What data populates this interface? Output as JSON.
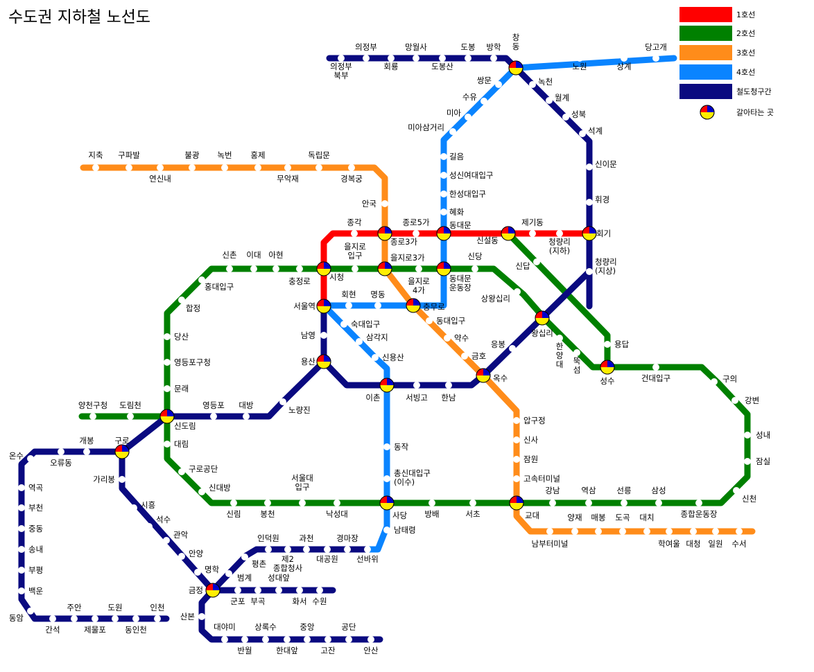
{
  "title": "수도권 지하철 노선도",
  "colors": {
    "line1": "#ff0000",
    "line2": "#008000",
    "line3": "#ff8c1a",
    "line4": "#0a84ff",
    "rail": "#0a0a80",
    "transfer_red": "#ff0000",
    "transfer_blue": "#0000cc",
    "transfer_yellow": "#ffee00"
  },
  "legend": [
    {
      "key": "line1",
      "label": "1호선"
    },
    {
      "key": "line2",
      "label": "2호선"
    },
    {
      "key": "line3",
      "label": "3호선"
    },
    {
      "key": "line4",
      "label": "4호선"
    },
    {
      "key": "rail",
      "label": "철도청구간"
    },
    {
      "key": "transfer",
      "label": "갈아타는 곳",
      "icon": "transfer-icon"
    }
  ],
  "stations": {
    "uijeongbu_bukbu": "의정부\n북부",
    "uijeongbu": "의정부",
    "hoeryong": "회룡",
    "mangwolsa": "망월사",
    "dobongsan": "도봉산",
    "dobong": "도봉",
    "banghak": "방학",
    "changdong": "창\n동",
    "nowon": "노원",
    "sanggye": "상계",
    "danggogae": "당고개",
    "nokcheon": "녹천",
    "wolgye": "월계",
    "seongbuk": "성북",
    "seokgye": "석계",
    "sinimun": "신이문",
    "hwigyeong": "휘경",
    "hoegi": "회기",
    "cheongnyangni_ji": "청량리\n(지하)",
    "jegidong": "제기동",
    "sinseoldong": "신설동",
    "cheongnyangni_jisang": "청량리\n(지상)",
    "ssangmun": "쌍문",
    "suyu": "수유",
    "mia": "미아",
    "miasageori": "미아삼거리",
    "gireum": "길음",
    "sungshin": "성신여대입구",
    "hansung": "한성대입구",
    "hyehwa": "혜화",
    "dongdaemun": "동대문",
    "jongno5": "종로5가",
    "jongno3": "종로3가",
    "jonggak": "종각",
    "sicheong": "시청",
    "seoulyeok": "서울역",
    "namyeong": "남영",
    "yongsan": "용산",
    "noryangjin": "노량진",
    "daebang": "대방",
    "yeongdeungpo": "영등포",
    "sindorim": "신도림",
    "guro": "구로",
    "gaebong": "개봉",
    "oryudong": "오류동",
    "onsu": "온수",
    "yeokgok": "역곡",
    "bucheon": "부천",
    "jungdong": "중동",
    "songnae": "송내",
    "bupyeong": "부평",
    "baegun": "백운",
    "dongam": "동암",
    "ganseok": "간석",
    "juan": "주안",
    "jemulpo": "제물포",
    "dowon": "도원",
    "dongincheon": "동인천",
    "incheon": "인천",
    "garibong": "가리봉",
    "siheung": "시흥",
    "seoksu": "석수",
    "gwanak": "관악",
    "anyang": "안양",
    "myeonghak": "명학",
    "geumjeong": "금정",
    "beomgye": "범계",
    "pyeongchon": "평촌",
    "indeogwon": "인덕원",
    "gwacheon": "과천",
    "gyeongmagongwon": "경마장",
    "jeongbugwacheon": "제2\n종합청사",
    "daegongwon": "대공원",
    "seonbawi": "선바위",
    "gunpo": "군포",
    "dangjeong": "부곡",
    "uiwang": "성대앞",
    "hwaseo": "화서",
    "suwon": "수원",
    "sanbon": "산본",
    "daeyami": "대야미",
    "banwol": "반월",
    "sangnoksu": "상록수",
    "handaeap": "한대앞",
    "jungang": "중앙",
    "gojan": "고잔",
    "gongdan": "공단",
    "ansan": "안산",
    "jichuk": "지축",
    "gupabal": "구파발",
    "yeonsinnae": "연신내",
    "bulgwang": "불광",
    "nokbeon": "녹번",
    "hongje": "홍제",
    "muakjae": "무악재",
    "dongnimmun": "독립문",
    "gyeongbokgung": "경복궁",
    "anguk": "안국",
    "euljiro3": "을지로3가",
    "chungmuro": "충무로",
    "dongdaeipgu": "동대입구",
    "yaksu": "약수",
    "geumho": "금호",
    "oksu": "옥수",
    "apgujeong": "압구정",
    "sinsa": "신사",
    "jamwon": "잠원",
    "express_terminal": "고속터미널",
    "gyodae": "교대",
    "nambu_terminal": "남부터미널",
    "yangjae": "양재",
    "maebong": "매봉",
    "dogok": "도곡",
    "daechi": "대치",
    "hagyeoul": "학여울",
    "daecheong": "대청",
    "irwon": "일원",
    "suseo": "수서",
    "hoehyeon": "회현",
    "myeongdong": "명동",
    "sookmyung": "숙대입구",
    "samgakji": "삼각지",
    "sinyongsan": "신용산",
    "ichon": "이촌",
    "seobinggo": "서빙고",
    "hannam": "한남",
    "eungbong": "응봉",
    "dongjak": "동작",
    "chongshin": "총신대입구\n(이수)",
    "sadang": "사당",
    "namtaeryeong": "남태령",
    "euljiro_ipgu": "을지로\n입구",
    "euljiro3_l2": "을지로3가",
    "euljiro4": "을지로\n4가",
    "dongdaemun_stadium": "동대문\n운동장",
    "sindang": "신당",
    "sangwangsimni": "상왕십리",
    "wangsimni": "왕십리",
    "hanyang": "한\n양\n대",
    "ttukseom": "뚝\n섬",
    "seongsu": "성수",
    "sindap": "신답",
    "yongdap": "용답",
    "konkuk": "건대입구",
    "guui": "구의",
    "gangbyeon": "강변",
    "seongnae": "성내",
    "jamsil": "잠실",
    "sincheon": "신천",
    "sports_complex": "종합운동장",
    "samseong": "삼성",
    "seolleung": "선릉",
    "yeoksam": "역삼",
    "gangnam": "강남",
    "seocho": "서초",
    "bangbae": "방배",
    "nakseongdae": "낙성대",
    "seoul_nat_univ": "서울대\n입구",
    "bongcheon": "봉천",
    "sillim": "신림",
    "sindaebang": "신대방",
    "guro_digital": "구로공단",
    "daerim": "대림",
    "mullae": "문래",
    "ydp_gucheong": "영등포구청",
    "dangsan": "당산",
    "hapjeong": "합정",
    "hongik": "홍대입구",
    "sinchon": "신촌",
    "ewha": "이대",
    "ahyeon": "아현",
    "chungjeongno": "충정로",
    "yangcheon_gucheong": "양천구청",
    "dorimcheon": "도림천"
  }
}
